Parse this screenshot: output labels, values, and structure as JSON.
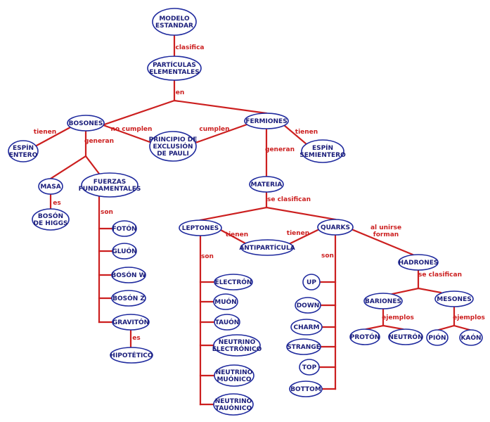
{
  "colors": {
    "line": "#cc1f1f",
    "node_border": "#1f2a9e",
    "node_text": "#1b1e7a",
    "label_text": "#cc1f1f"
  },
  "nodes": {
    "modelo": [
      "MODELO",
      "ESTANDAR"
    ],
    "particulas": [
      "PARTÍCULAS",
      "ELEMENTALES"
    ],
    "bosones": [
      "BOSONES"
    ],
    "fermiones": [
      "FERMIONES"
    ],
    "pauli": [
      "PRINCIPIO DE",
      "EXCLUSIÓN",
      "DE PAULI"
    ],
    "espin_entero": [
      "ESPÍN",
      "ENTERO"
    ],
    "espin_semi": [
      "ESPÍN",
      "SEMIENTERO"
    ],
    "masa": [
      "MASA"
    ],
    "fuerzas": [
      "FUERZAS",
      "FUNDAMENTALES"
    ],
    "higgs": [
      "BOSÓN",
      "DE HIGGS"
    ],
    "foton": [
      "FOTÓN"
    ],
    "gluon": [
      "GLUÓN"
    ],
    "boson_w": [
      "BOSÓN W"
    ],
    "boson_z": [
      "BOSÓN Z"
    ],
    "graviton": [
      "GRAVITÓN"
    ],
    "hipotetico": [
      "HIPOTÉTICO"
    ],
    "materia": [
      "MATERIA"
    ],
    "leptones": [
      "LEPTONES"
    ],
    "quarks": [
      "QUARKS"
    ],
    "antiparticula": [
      "ANTIPARTÍCULA"
    ],
    "electron": [
      "ELECTRÓN"
    ],
    "muon": [
      "MUÓN"
    ],
    "tauon": [
      "TAUÓN"
    ],
    "nu_e": [
      "NEUTRINO",
      "ELECTRÓNICO"
    ],
    "nu_mu": [
      "NEUTRINO",
      "MUÓNICO"
    ],
    "nu_tau": [
      "NEUTRINO",
      "TAUÓNICO"
    ],
    "up": [
      "UP"
    ],
    "down": [
      "DOWN"
    ],
    "charm": [
      "CHARM"
    ],
    "strange": [
      "STRANGE"
    ],
    "top": [
      "TOP"
    ],
    "bottom": [
      "BOTTOM"
    ],
    "hadrones": [
      "HADRONES"
    ],
    "bariones": [
      "BARIONES"
    ],
    "mesones": [
      "MESONES"
    ],
    "proton": [
      "PROTÓN"
    ],
    "neutron": [
      "NEUTRÓN"
    ],
    "pion": [
      "PIÓN"
    ],
    "kaon": [
      "KAÓN"
    ]
  },
  "labels": {
    "clasifica": [
      "clasifica"
    ],
    "en": [
      "en"
    ],
    "no_cumplen": [
      "no cumplen"
    ],
    "cumplen": [
      "cumplen"
    ],
    "tienen_bosones": [
      "tienen"
    ],
    "tienen_fermiones": [
      "tienen"
    ],
    "generan_bosones": [
      "generan"
    ],
    "generan_fermiones": [
      "generan"
    ],
    "es_masa": [
      "es"
    ],
    "son_fuerzas": [
      "son"
    ],
    "es_graviton": [
      "es"
    ],
    "se_clasifican_materia": [
      "se clasifican"
    ],
    "tienen_leptones": [
      "tienen"
    ],
    "tienen_quarks": [
      "tienen"
    ],
    "son_leptones": [
      "son"
    ],
    "son_quarks": [
      "son"
    ],
    "al_unirse_forman": [
      "al unirse",
      "forman"
    ],
    "se_clasifican_hadrones": [
      "se clasifican"
    ],
    "ejemplos_bariones": [
      "ejemplos"
    ],
    "ejemplos_mesones": [
      "ejemplos"
    ]
  }
}
